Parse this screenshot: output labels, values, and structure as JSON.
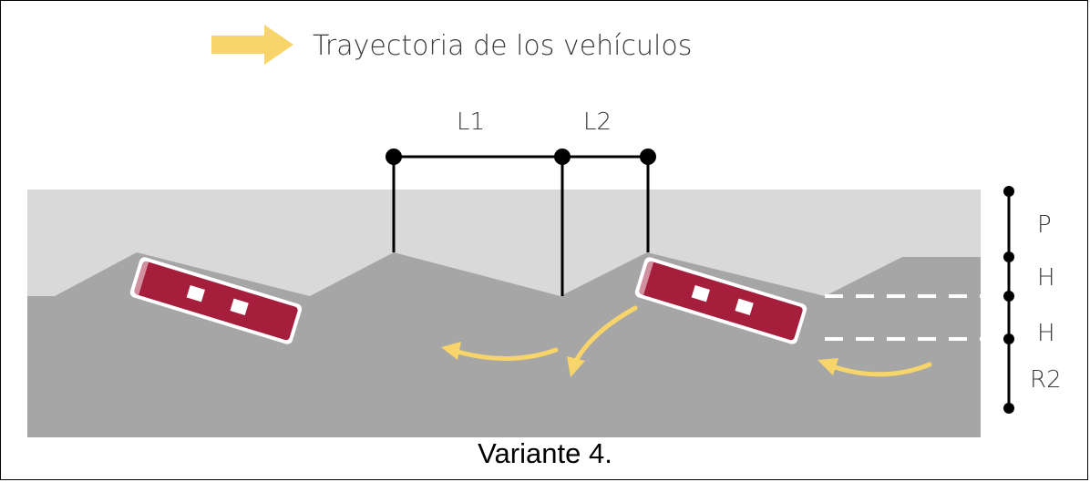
{
  "legend": {
    "label": "Trayectoria de los vehículos",
    "arrow_icon": "arrow-right-icon",
    "arrow_color": "#F7D56B"
  },
  "dimensions": {
    "top_labels": [
      "L1",
      "L2"
    ],
    "side_labels": [
      "P",
      "H",
      "H",
      "R2"
    ]
  },
  "caption": "Variante 4.",
  "colors": {
    "upper_layer": "#D9D9D9",
    "lower_layer": "#A6A6A6",
    "vehicle": "#A51E3C",
    "trajectory": "#F7D56B"
  }
}
